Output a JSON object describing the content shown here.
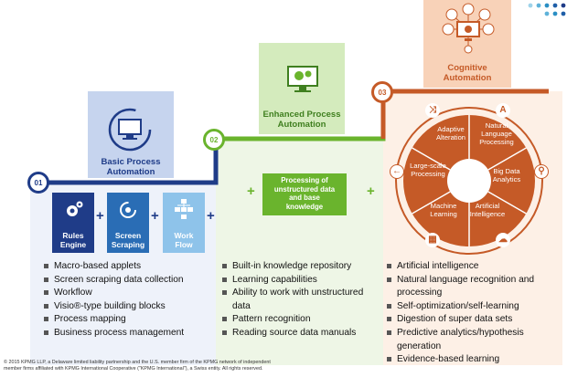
{
  "steps": [
    {
      "number": "01",
      "title_line1": "Basic Process",
      "title_line2": "Automation"
    },
    {
      "number": "02",
      "title_line1": "Enhanced Process",
      "title_line2": "Automation"
    },
    {
      "number": "03",
      "title_line1": "Cognitive",
      "title_line2": "Automation"
    }
  ],
  "tiles": [
    {
      "line1": "Rules",
      "line2": "Engine"
    },
    {
      "line1": "Screen",
      "line2": "Scraping"
    },
    {
      "line1": "Work",
      "line2": "Flow"
    }
  ],
  "knowledge_box": {
    "line1": "Processing of",
    "line2": "unstructured data",
    "line3": "and base",
    "line4": "knowledge"
  },
  "wheel_segments": [
    {
      "line1": "Adaptive",
      "line2": "Alteration"
    },
    {
      "line1": "Natural",
      "line2": "Language",
      "line3": "Processing"
    },
    {
      "line1": "Big Data",
      "line2": "Analytics"
    },
    {
      "line1": "Artificial",
      "line2": "Intelligence"
    },
    {
      "line1": "Machine",
      "line2": "Learning"
    },
    {
      "line1": "Large-scale",
      "line2": "Processing"
    }
  ],
  "lists": {
    "basic": [
      "Macro-based applets",
      "Screen scraping data collection",
      "Workflow",
      "Visio®-type building blocks",
      "Process mapping",
      "Business process management"
    ],
    "enhanced": [
      "Built-in knowledge repository",
      "Learning capabilities",
      "Ability to work with unstructured data",
      "Pattern recognition",
      "Reading source data manuals"
    ],
    "cognitive": [
      "Artificial intelligence",
      "Natural language recognition and processing",
      "Self-optimization/self-learning",
      "Digestion of super data sets",
      "Predictive analytics/hypothesis generation",
      "Evidence-based learning"
    ]
  },
  "footer": {
    "line1": "© 2015 KPMG LLP, a Delaware limited liability partnership and the U.S. member firm of the KPMG network of independent",
    "line2": "member firms affiliated with KPMG International Cooperative (\"KPMG International\"), a Swiss entity. All rights reserved."
  },
  "colors": {
    "blue": "#1f3c88",
    "green": "#6ab42d",
    "orange": "#c55a27",
    "light_blue": "#c6d4ee",
    "light_green": "#e8f4dc",
    "light_orange": "#fbe5d4"
  }
}
